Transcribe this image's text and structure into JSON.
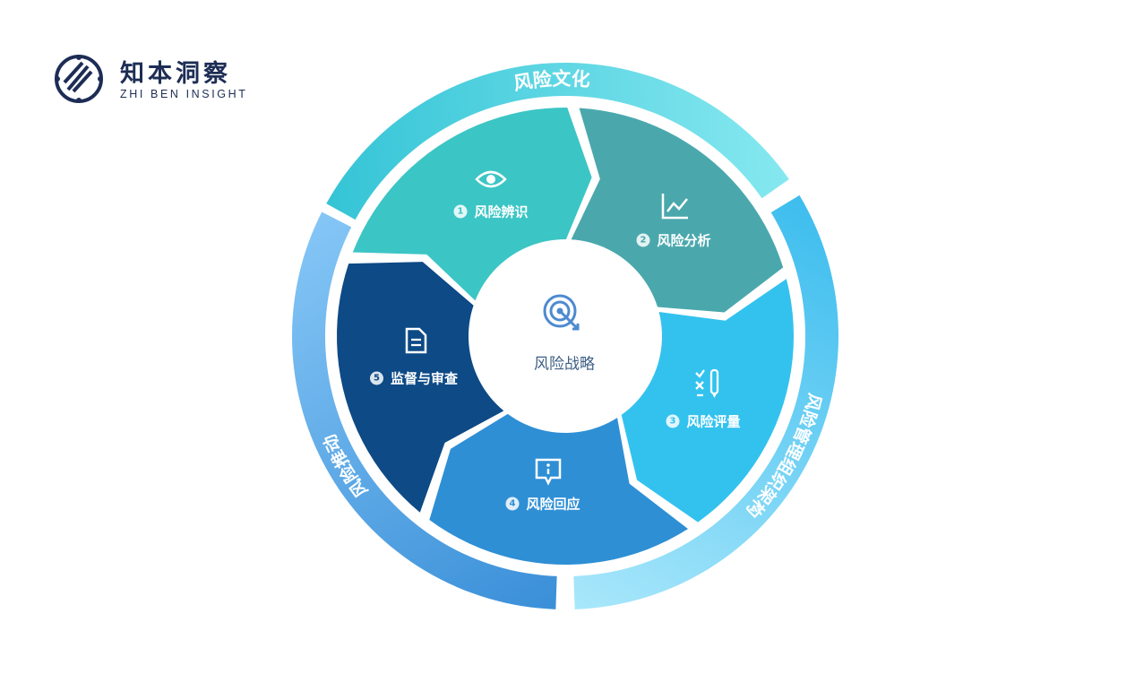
{
  "logo": {
    "name_cn": "知本洞察",
    "name_en": "ZHI BEN INSIGHT"
  },
  "center": {
    "label": "风险战略",
    "icon": "target-arrow-icon"
  },
  "outer_ring": [
    {
      "label": "风险文化",
      "colors": [
        "#34c4d6",
        "#86e8f0"
      ]
    },
    {
      "label": "风险管理组织架构",
      "colors": [
        "#3dbdee",
        "#a9e7fb"
      ]
    },
    {
      "label": "风险推动",
      "colors": [
        "#3a8fd8",
        "#85c6f6"
      ]
    }
  ],
  "steps": [
    {
      "number": "1",
      "label": "风险辨识",
      "icon": "eye-icon",
      "color": "#3cc5c5"
    },
    {
      "number": "2",
      "label": "风险分析",
      "icon": "line-chart-icon",
      "color": "#4aa8ad"
    },
    {
      "number": "3",
      "label": "风险评量",
      "icon": "checklist-icon",
      "color": "#33c2ee"
    },
    {
      "number": "4",
      "label": "风险回应",
      "icon": "info-message-icon",
      "color": "#2e8fd5"
    },
    {
      "number": "5",
      "label": "监督与审查",
      "icon": "document-icon",
      "color": "#0d4a86"
    }
  ]
}
